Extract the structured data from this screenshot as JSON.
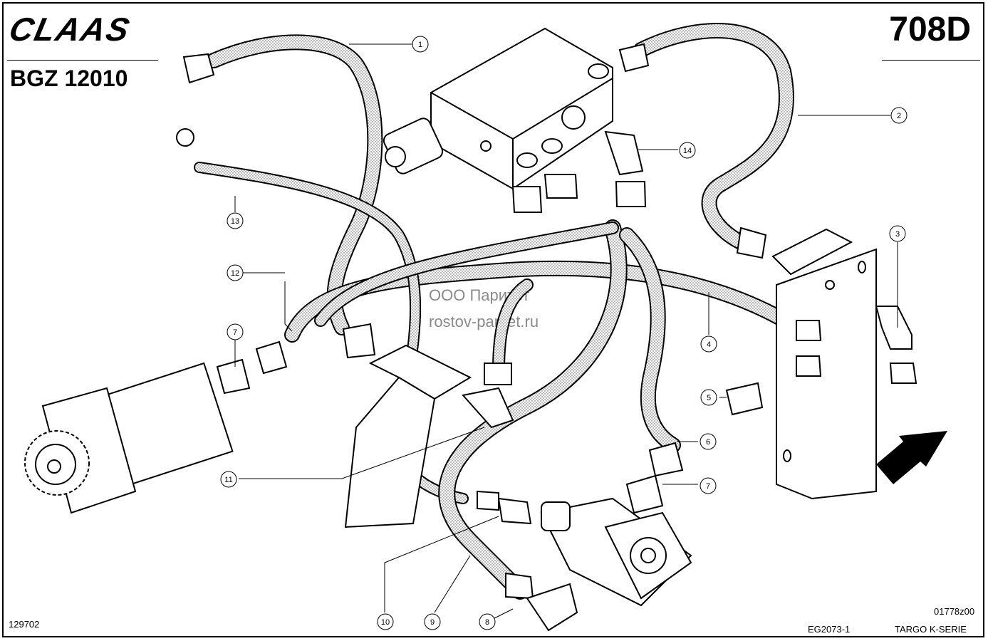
{
  "header": {
    "brand": "CLAAS",
    "group": "BGZ 12010",
    "page_code": "708D"
  },
  "footer": {
    "left_code": "129702",
    "drawing_code": "EG2073-1",
    "series": "TARGO K-SERIE",
    "ref_code": "01778z00"
  },
  "watermark": {
    "line1": "ООО Паритет",
    "line2": "rostov-paritet.ru"
  },
  "callouts": [
    "1",
    "2",
    "3",
    "4",
    "5",
    "6",
    "7",
    "7",
    "8",
    "9",
    "10",
    "11",
    "12",
    "13",
    "14"
  ]
}
